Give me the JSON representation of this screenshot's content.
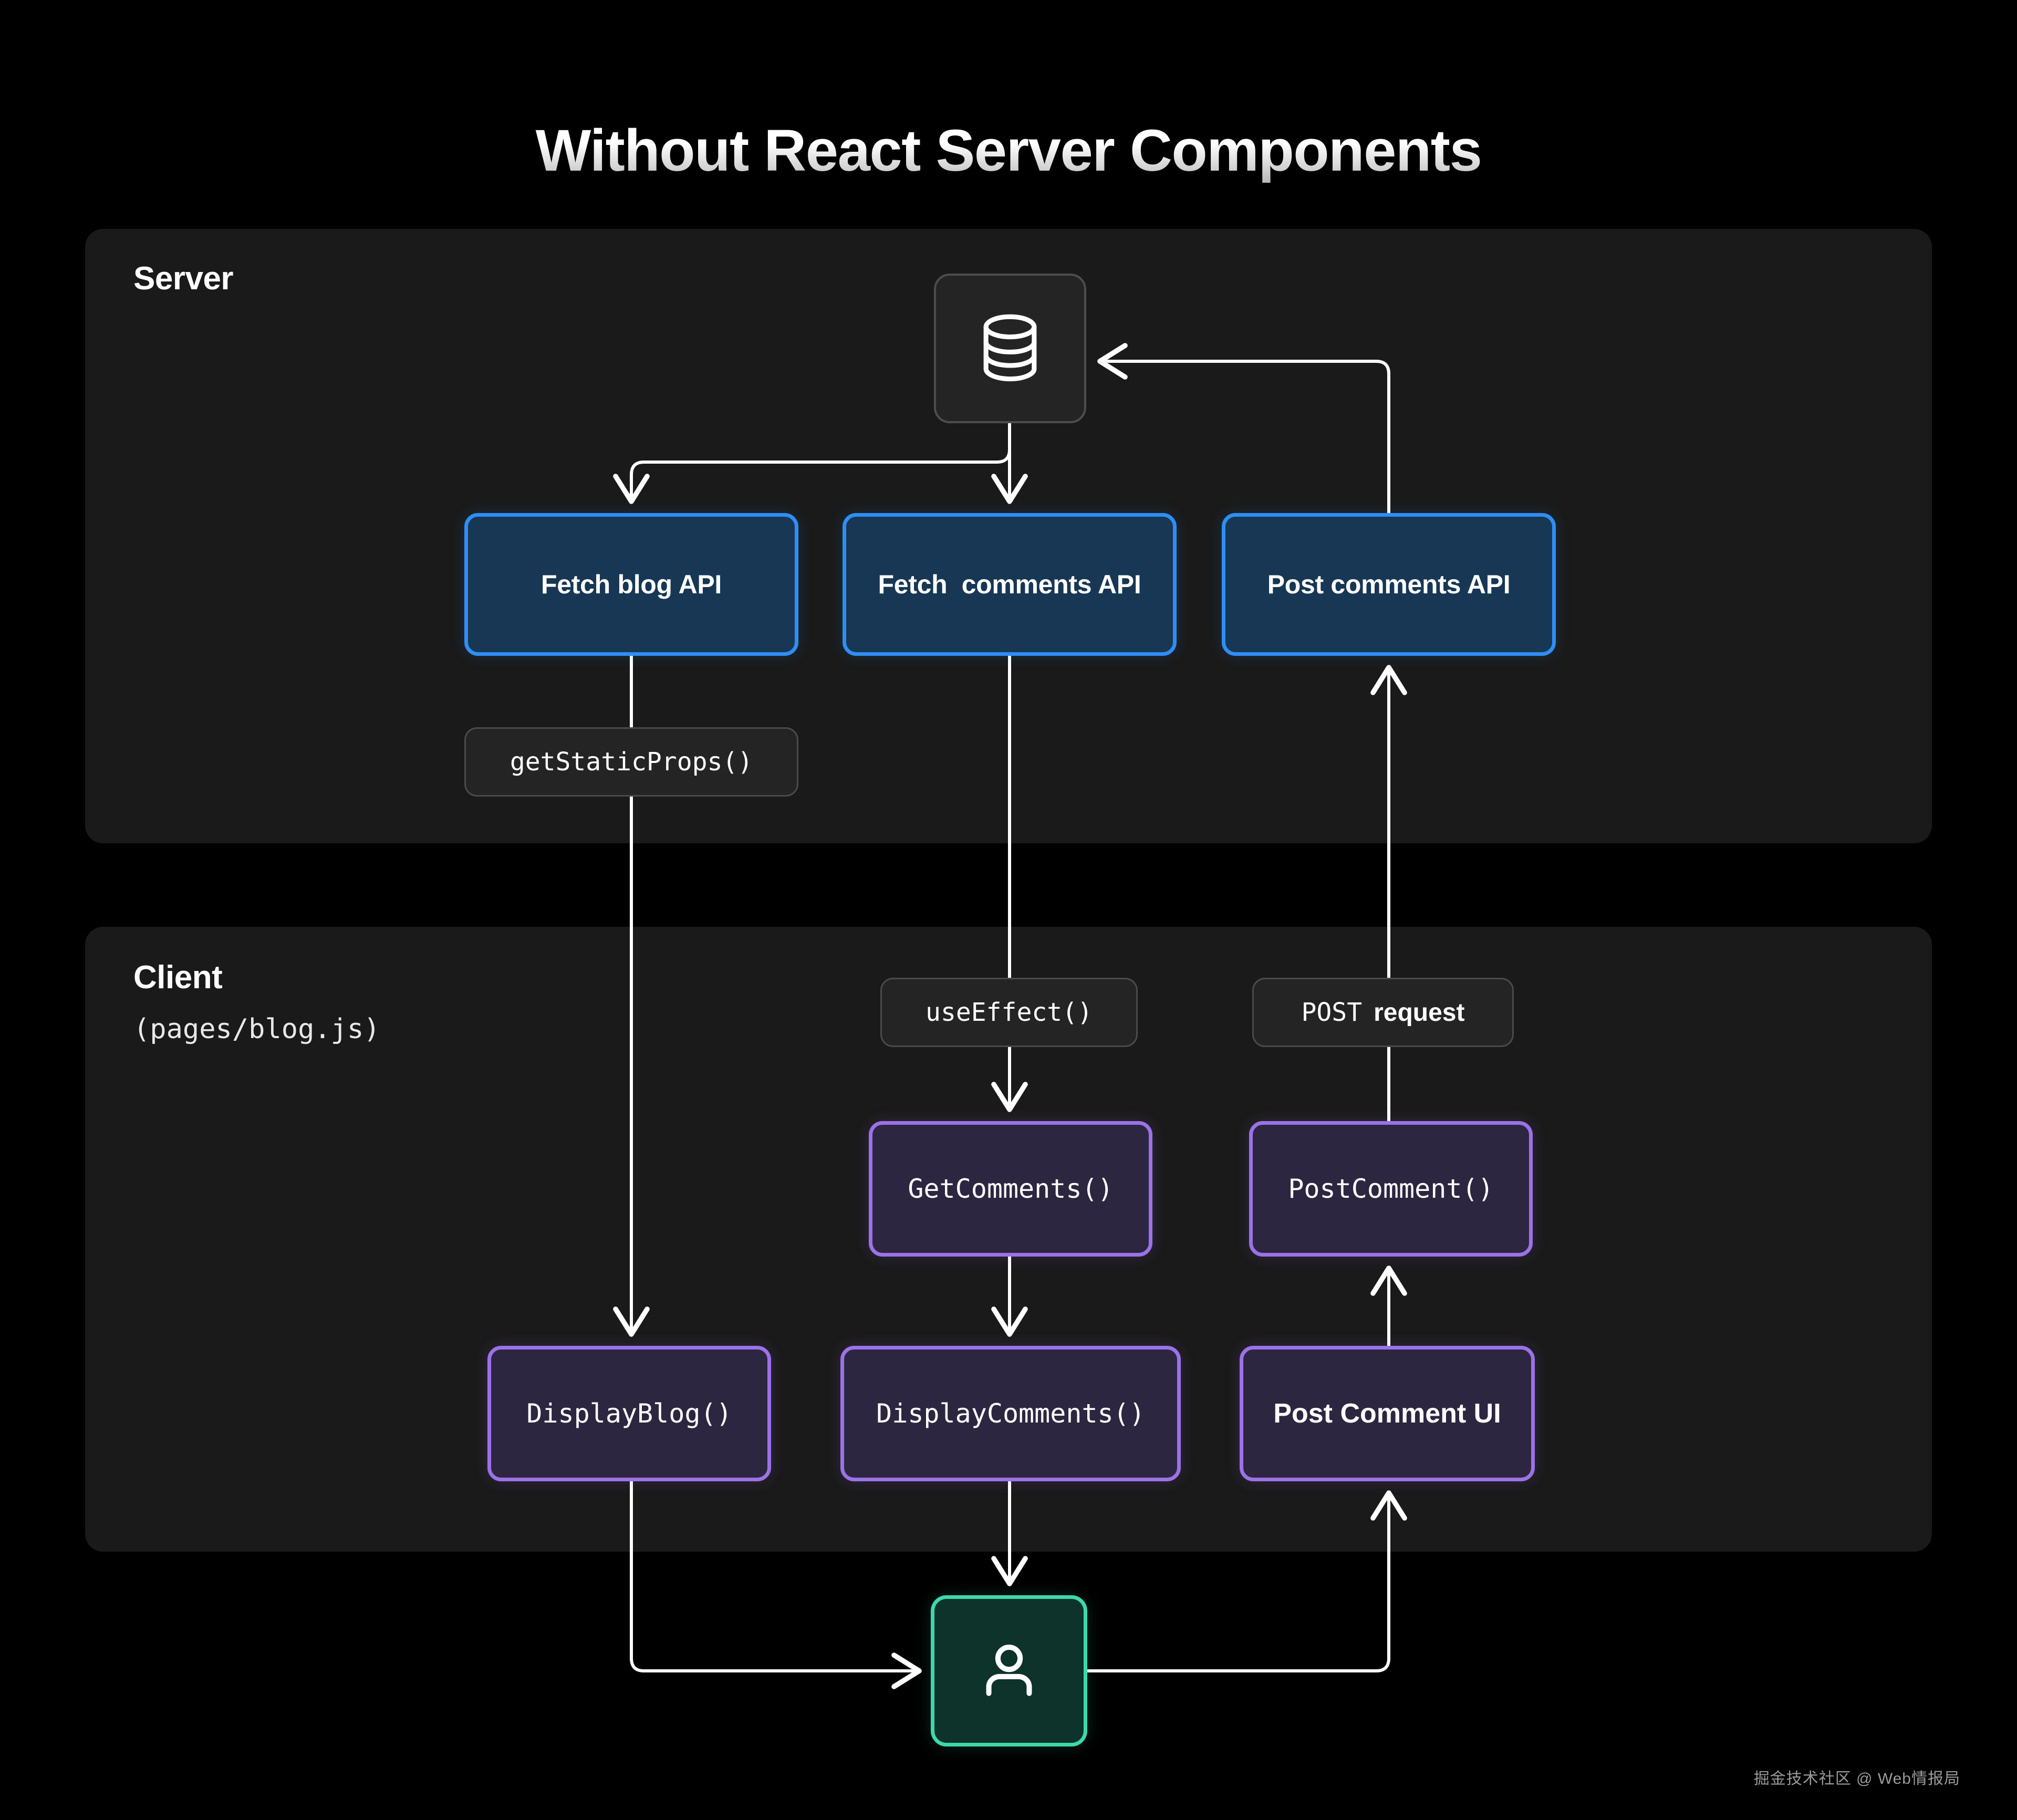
{
  "title": "Without React Server Components",
  "colors": {
    "background": "#000000",
    "lane_bg": "#1a1a1a",
    "api_border": "#2f8ef4",
    "api_fill": "#173754",
    "component_border": "#9b72e8",
    "component_fill": "#2d2640",
    "user_border": "#3fd8ab",
    "user_fill": "#0d332b",
    "wire": "#ffffff"
  },
  "lanes": [
    {
      "id": "server",
      "title": "Server",
      "subtitle": ""
    },
    {
      "id": "client",
      "title": "Client",
      "subtitle": "(pages/blog.js)"
    }
  ],
  "nodes": {
    "database": {
      "icon": "database-icon",
      "label": ""
    },
    "user": {
      "icon": "user-icon",
      "label": ""
    },
    "fetch_blog_api": {
      "label": "Fetch blog API",
      "kind": "api"
    },
    "fetch_comments_api": {
      "label": "Fetch  comments API",
      "kind": "api"
    },
    "post_comments_api": {
      "label": "Post comments API",
      "kind": "api"
    },
    "get_static_props": {
      "label": "getStaticProps()",
      "kind": "pill"
    },
    "use_effect": {
      "label": "useEffect()",
      "kind": "pill"
    },
    "post_request": {
      "label": "POST",
      "label_bold": "request",
      "kind": "pill"
    },
    "get_comments": {
      "label": "GetComments()",
      "kind": "component"
    },
    "post_comment_fn": {
      "label": "PostComment()",
      "kind": "component"
    },
    "display_blog": {
      "label": "DisplayBlog()",
      "kind": "component"
    },
    "display_comments": {
      "label": "DisplayComments()",
      "kind": "component"
    },
    "post_comment_ui": {
      "label": "Post Comment UI",
      "kind": "component"
    }
  },
  "edges": [
    {
      "from": "database",
      "to": "fetch_blog_api",
      "arrow": true
    },
    {
      "from": "database",
      "to": "fetch_comments_api",
      "arrow": true
    },
    {
      "from": "post_comments_api",
      "to": "database",
      "arrow": true
    },
    {
      "from": "fetch_blog_api",
      "to": "display_blog",
      "via": "get_static_props",
      "arrow": true
    },
    {
      "from": "fetch_comments_api",
      "to": "get_comments",
      "via": "use_effect",
      "arrow": true
    },
    {
      "from": "get_comments",
      "to": "display_comments",
      "arrow": true
    },
    {
      "from": "post_comment_fn",
      "to": "post_comments_api",
      "via": "post_request",
      "arrow": true
    },
    {
      "from": "display_blog",
      "to": "user",
      "arrow": true
    },
    {
      "from": "display_comments",
      "to": "user",
      "arrow": true
    },
    {
      "from": "user",
      "to": "post_comment_ui",
      "arrow": true
    },
    {
      "from": "post_comment_ui",
      "to": "post_comment_fn",
      "arrow": true
    }
  ],
  "watermark": "掘金技术社区 @ Web情报局"
}
